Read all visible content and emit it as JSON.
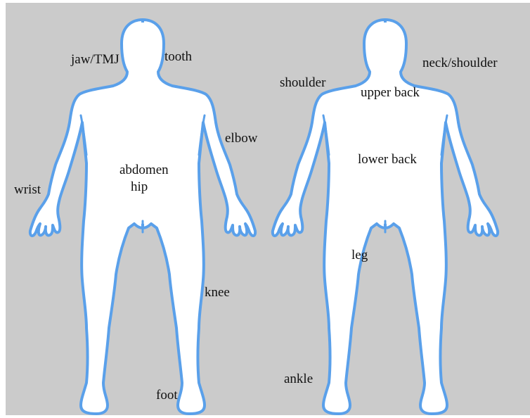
{
  "figures": {
    "front": {
      "labels": {
        "jaw": "jaw/TMJ",
        "tooth": "tooth",
        "elbow": "elbow",
        "wrist": "wrist",
        "abdomen": "abdomen",
        "hip": "hip",
        "knee": "knee",
        "foot": "foot"
      }
    },
    "back": {
      "labels": {
        "shoulder": "shoulder",
        "neck_shoulder": "neck/shoulder",
        "upper_back": "upper back",
        "lower_back": "lower back",
        "leg": "leg",
        "ankle": "ankle"
      }
    }
  },
  "colors": {
    "background": "#cbcbcb",
    "outline": "#5aa0ea",
    "body": "#ffffff"
  }
}
